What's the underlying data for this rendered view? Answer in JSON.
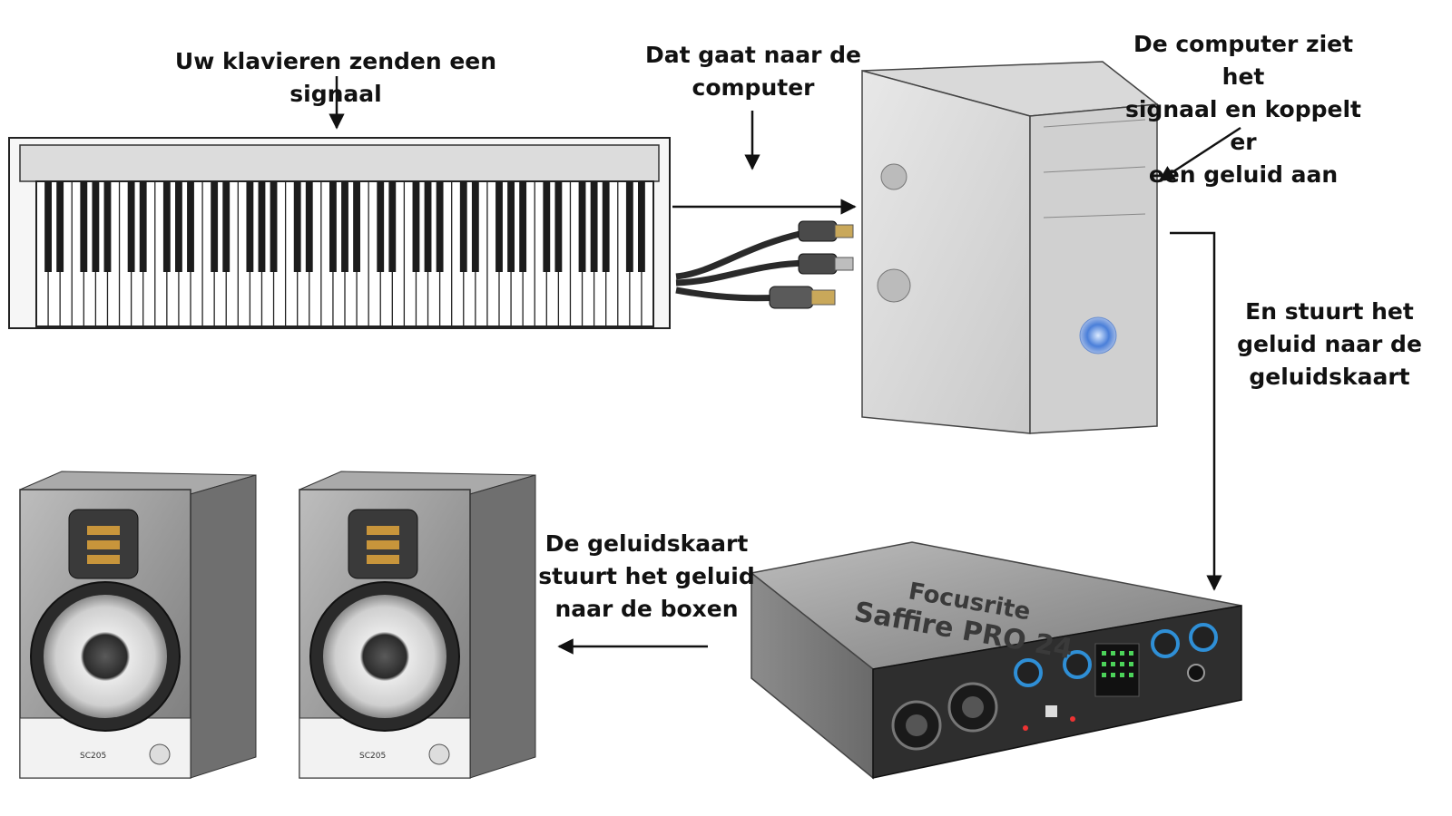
{
  "labels": {
    "keyboard": "Uw klavieren zenden een signaal",
    "to_computer_l1": "Dat gaat naar de",
    "to_computer_l2": "computer",
    "computer_l1": "De computer ziet het",
    "computer_l2": "signaal en koppelt er",
    "computer_l3": "een geluid aan",
    "soundcard_l1": "En stuurt het",
    "soundcard_l2": "geluid naar de",
    "soundcard_l3": "geluidskaart",
    "speakers_l1": "De geluidskaart",
    "speakers_l2": "stuurt het geluid",
    "speakers_l3": "naar de boxen"
  },
  "devices": {
    "audio_interface_brand": "Focusrite",
    "audio_interface_model": "Saffire PRO 24",
    "speaker_model": "SC205"
  },
  "icons": [
    "keyboard-icon",
    "usb-cable-icon",
    "computer-tower-icon",
    "audio-interface-icon",
    "studio-monitor-icon"
  ],
  "colors": {
    "ink": "#111111",
    "knob_accent": "#2f8fd6",
    "led_green": "#4cd35a",
    "tweeter_gold": "#c8953b"
  }
}
